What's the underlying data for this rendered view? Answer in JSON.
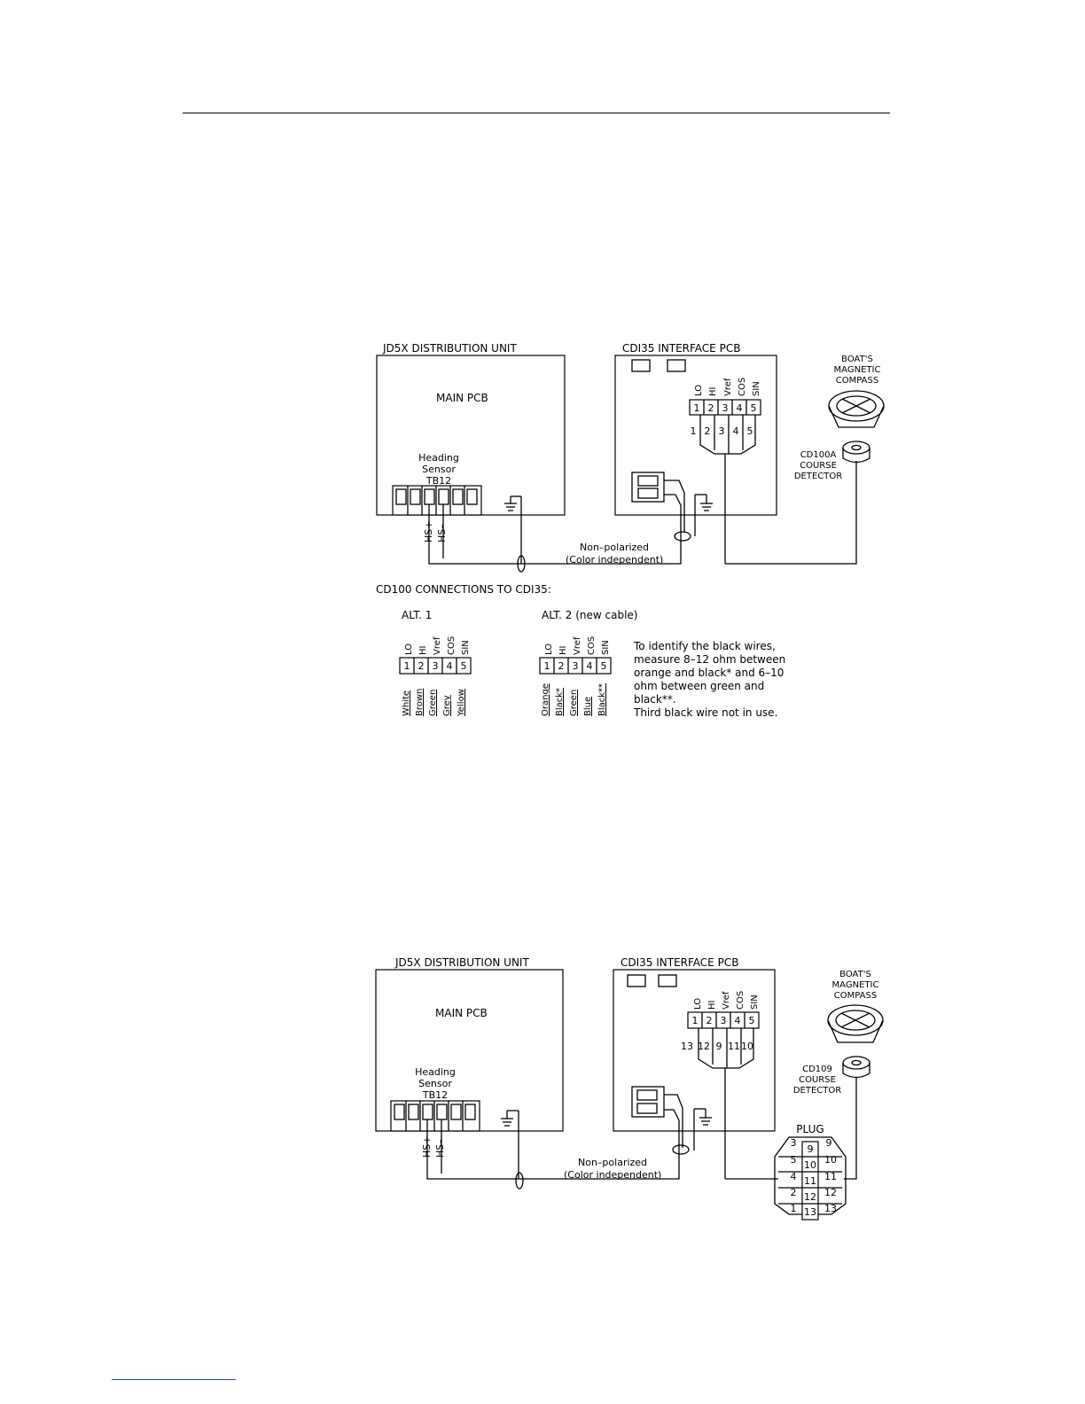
{
  "diagram1": {
    "jd5x_title": "JD5X  DISTRIBUTION  UNIT",
    "main_pcb": "MAIN  PCB",
    "heading": "Heading",
    "sensor": "Sensor",
    "tb12": "TB12",
    "hs_plus": "HS+",
    "hs_minus": "HS–",
    "cdi_title": "CDI35  INTERFACE  PCB",
    "term_labels": [
      "LO",
      "HI",
      "Vref",
      "COS",
      "SIN"
    ],
    "term_numbers": [
      "1",
      "2",
      "3",
      "4",
      "5"
    ],
    "wire_numbers": [
      "1",
      "2",
      "3",
      "4",
      "5"
    ],
    "compass": [
      "BOAT'S",
      "MAGNETIC",
      "COMPASS"
    ],
    "detector": [
      "CD100A",
      "COURSE",
      "DETECTOR"
    ],
    "nonpol": "Non–polarized",
    "colorind": "(Color  independent)"
  },
  "connections": {
    "title": "CD100  CONNECTIONS  TO  CDI35:",
    "alt1": "ALT.  1",
    "alt2": "ALT.  2  (new  cable)",
    "alt1_colors": [
      "White",
      "Brown",
      "Green",
      "Grey",
      "Yellow"
    ],
    "alt2_colors": [
      "Orange",
      "Black*",
      "Green",
      "Blue",
      "Black**"
    ],
    "note": [
      "To  identify  the  black  wires,",
      "measure  8–12  ohm  between",
      "orange  and  black*  and  6–10",
      "ohm  between  green  and",
      "black**.",
      "Third  black  wire  not  in  use."
    ]
  },
  "diagram2": {
    "jd5x_title": "JD5X  DISTRIBUTION  UNIT",
    "main_pcb": "MAIN  PCB",
    "heading": "Heading",
    "sensor": "Sensor",
    "tb12": "TB12",
    "hs_plus": "HS+",
    "hs_minus": "HS–",
    "cdi_title": "CDI35  INTERFACE  PCB",
    "term_labels": [
      "LO",
      "HI",
      "Vref",
      "COS",
      "SIN"
    ],
    "term_numbers": [
      "1",
      "2",
      "3",
      "4",
      "5"
    ],
    "wire_numbers": [
      "13",
      "12",
      "9",
      "11",
      "10"
    ],
    "compass": [
      "BOAT'S",
      "MAGNETIC",
      "COMPASS"
    ],
    "detector": [
      "CD109",
      "COURSE",
      "DETECTOR"
    ],
    "nonpol": "Non–polarized",
    "colorind": "(Color  independent)",
    "plug": {
      "title": "PLUG",
      "center_pins": [
        "9",
        "10",
        "11",
        "12",
        "13"
      ],
      "left_pins": [
        "3",
        "5",
        "4",
        "2",
        "1"
      ],
      "right_pins": [
        "9",
        "10",
        "11",
        "12",
        "13"
      ]
    }
  }
}
